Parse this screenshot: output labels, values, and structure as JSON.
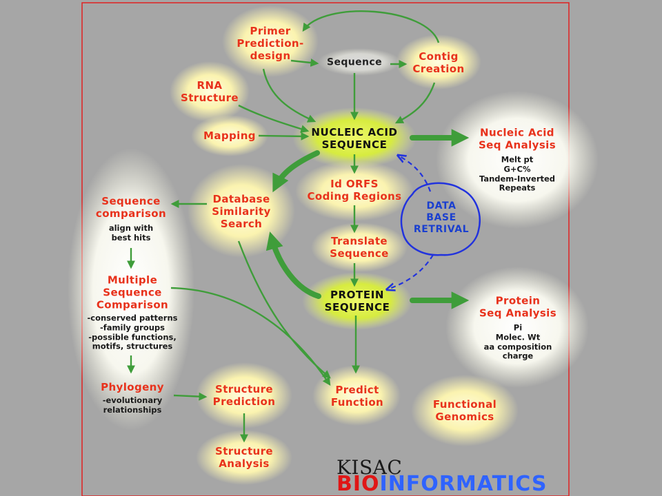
{
  "colors": {
    "background": "#a6a6a6",
    "frame": "#e02020",
    "arrow_green": "#3f9d3a",
    "arrow_blue": "#2233dd",
    "title_red": "#e8321c",
    "glow_yellow": "#fffbc0",
    "highlight_green": "#d8f04a"
  },
  "nodes": {
    "primer": [
      "Primer",
      "Prediction-",
      "design"
    ],
    "sequence": "Sequence",
    "contig": [
      "Contig",
      "Creation"
    ],
    "rna": [
      "RNA",
      "Structure"
    ],
    "mapping": "Mapping",
    "nucleic_acid_sequence": [
      "NUCLEIC ACID",
      "SEQUENCE"
    ],
    "nucleic_acid_analysis": {
      "title": [
        "Nucleic Acid",
        "Seq Analysis"
      ],
      "details": [
        "Melt pt",
        "G+C%",
        "Tandem-Inverted",
        "Repeats"
      ]
    },
    "database_similarity": [
      "Database",
      "Similarity",
      "Search"
    ],
    "id_orfs": [
      "Id ORFS",
      "Coding Regions"
    ],
    "database_retrieval": [
      "DATA",
      "BASE",
      "RETRIVAL"
    ],
    "translate": [
      "Translate",
      "Sequence"
    ],
    "protein_sequence": [
      "PROTEIN",
      "SEQUENCE"
    ],
    "protein_analysis": {
      "title": [
        "Protein",
        "Seq Analysis"
      ],
      "details": [
        "Pi",
        "Molec. Wt",
        "aa composition",
        "charge"
      ]
    },
    "sequence_comparison": {
      "title": [
        "Sequence",
        "comparison"
      ],
      "details": [
        "align with",
        "best hits"
      ]
    },
    "multiple_comparison": {
      "title": [
        "Multiple",
        "Sequence",
        "Comparison"
      ],
      "details": [
        "-conserved patterns",
        "-family groups",
        "-possible functions,",
        "motifs, structures"
      ]
    },
    "phylogeny": {
      "title": [
        "Phylogeny"
      ],
      "details": [
        "-evolutionary",
        "relationships"
      ]
    },
    "structure_prediction": [
      "Structure",
      "Prediction"
    ],
    "structure_analysis": [
      "Structure",
      "Analysis"
    ],
    "predict_function": [
      "Predict",
      "Function"
    ],
    "functional_genomics": [
      "Functional",
      "Genomics"
    ]
  },
  "logo": {
    "top": "KISAC",
    "bottom_highlight": "BIO",
    "bottom_rest": "INFORMATICS"
  }
}
